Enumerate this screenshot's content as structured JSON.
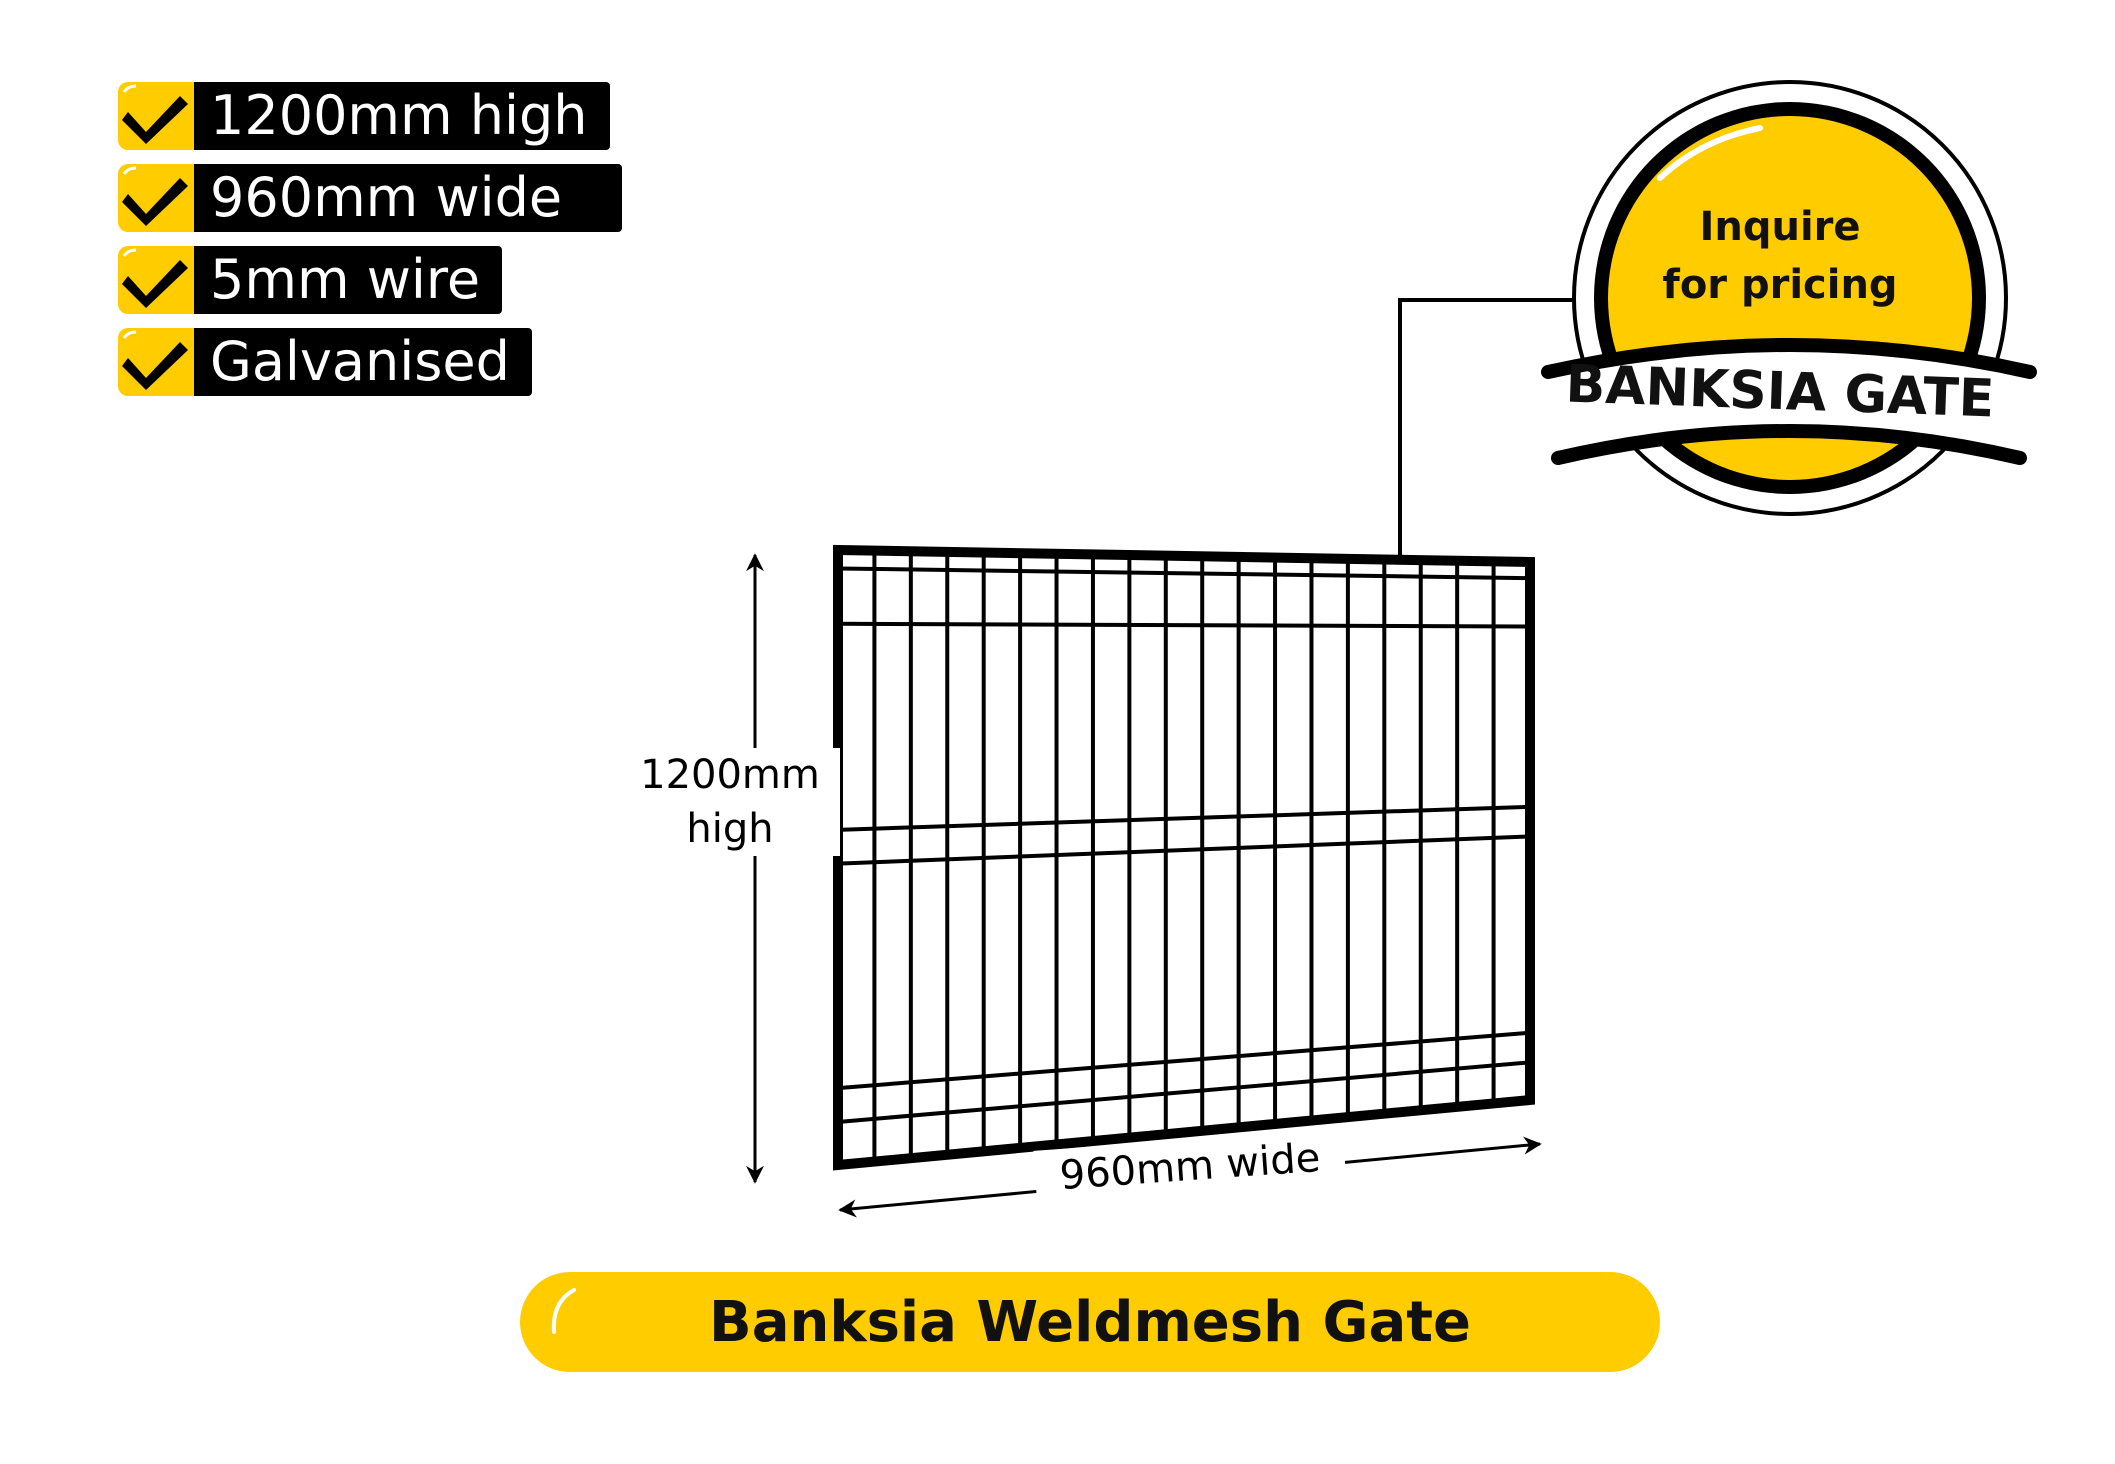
{
  "features": [
    {
      "label": "1200mm high"
    },
    {
      "label": "960mm wide"
    },
    {
      "label": "5mm wire"
    },
    {
      "label": "Galvanised"
    }
  ],
  "dimensions": {
    "height_line1": "1200mm",
    "height_line2": "high",
    "width": "960mm wide"
  },
  "badge": {
    "pricing_line1": "Inquire",
    "pricing_line2": "for pricing",
    "brand": "BANKSIA GATE"
  },
  "product_title": "Banksia Weldmesh Gate",
  "colors": {
    "accent": "#FFCC00",
    "dark": "#000000",
    "background": "#FFFFFF"
  },
  "icons": {
    "feature": "checkmark-icon",
    "dimension": "arrow-icon"
  }
}
